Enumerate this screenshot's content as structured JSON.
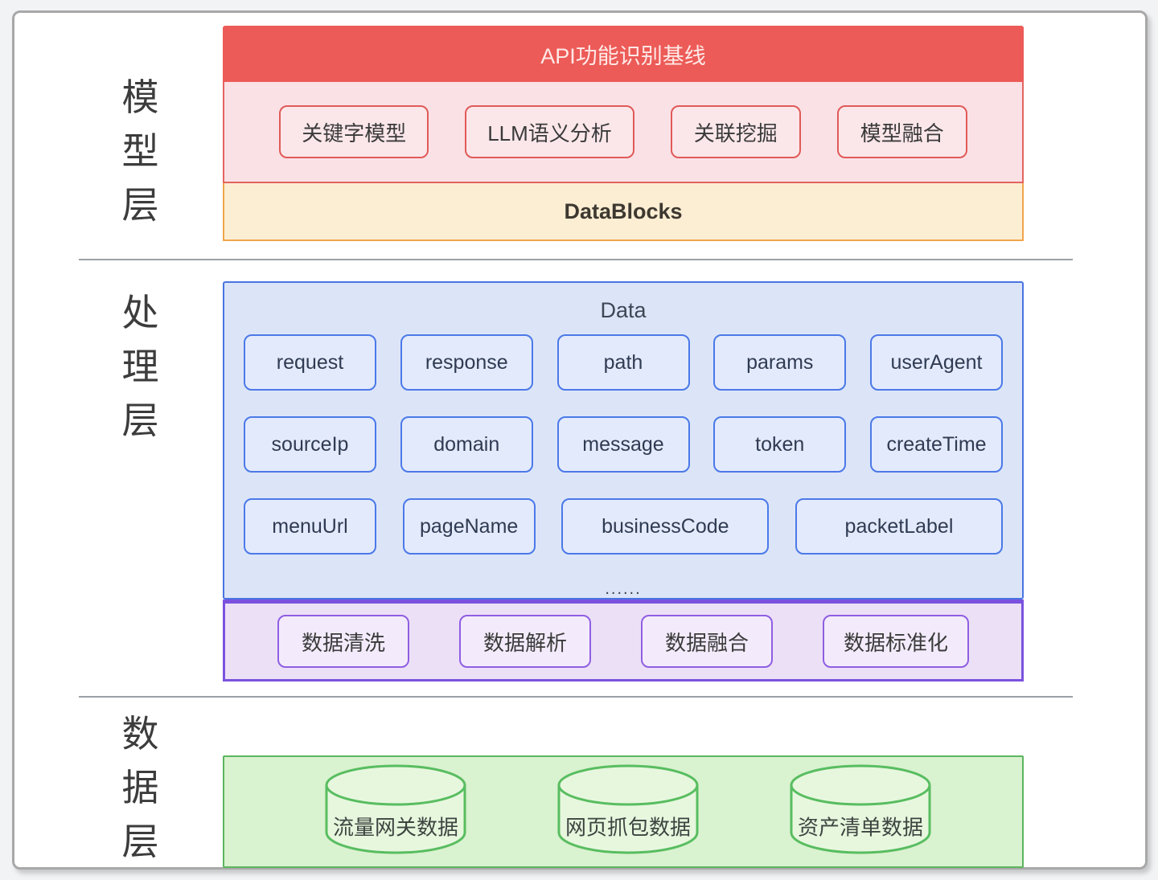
{
  "layers": {
    "model": {
      "label": "模\n型\n层",
      "title_bar": "API功能识别基线",
      "boxes": [
        "关键字模型",
        "LLM语义分析",
        "关联挖掘",
        "模型融合"
      ],
      "datablocks": "DataBlocks"
    },
    "processing": {
      "label": "处\n理\n层",
      "data_title": "Data",
      "field_rows": [
        [
          "request",
          "response",
          "path",
          "params",
          "userAgent"
        ],
        [
          "sourceIp",
          "domain",
          "message",
          "token",
          "createTime"
        ],
        [
          "menuUrl",
          "pageName",
          "businessCode",
          "packetLabel"
        ]
      ],
      "ellipsis": "......",
      "steps": [
        "数据清洗",
        "数据解析",
        "数据融合",
        "数据标准化"
      ]
    },
    "data": {
      "label": "数\n据\n层",
      "databases": [
        "流量网关数据",
        "网页抓包数据",
        "资产清单数据"
      ]
    }
  },
  "colors": {
    "title_bar_red": "#ec5b57",
    "model_band_pink": "#fae1e6",
    "datablocks_orange_bg": "#fceed3",
    "datablocks_orange_border": "#f2a54b",
    "blue_panel_bg": "#dce5f8",
    "blue_border": "#4a74e2",
    "purple_band_bg": "#ece0f7",
    "purple_border": "#7a52df",
    "green_panel_bg": "#d9f2cf",
    "green_border": "#5cb55f"
  }
}
